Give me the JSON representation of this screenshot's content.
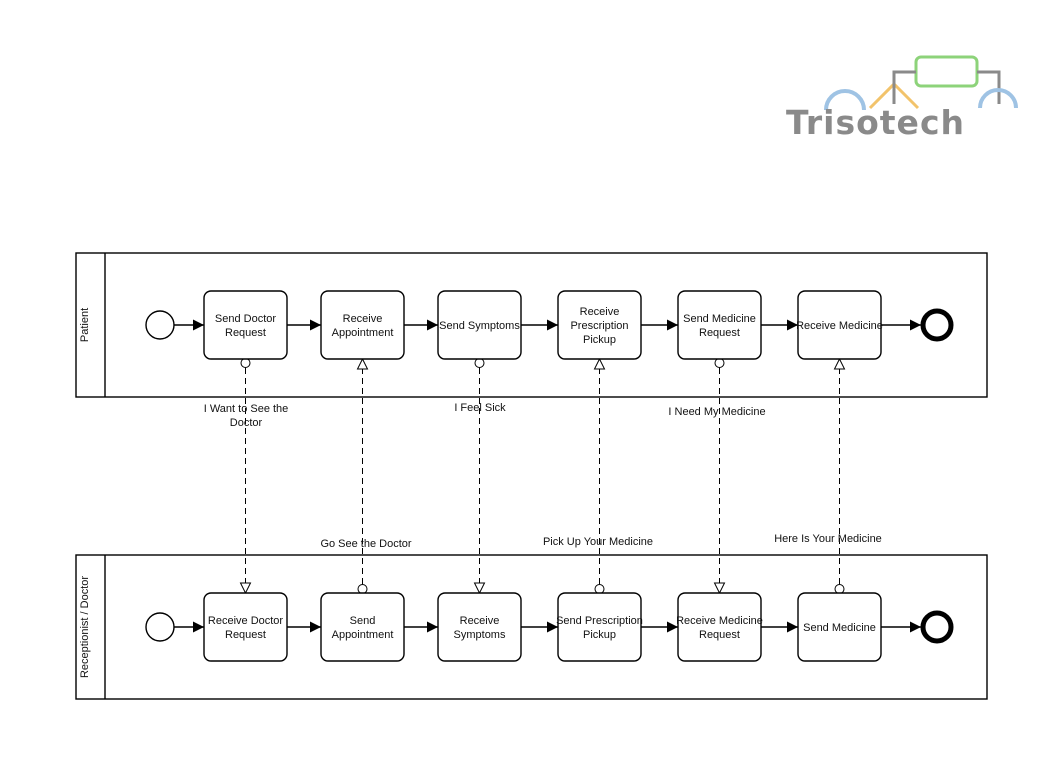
{
  "logo": {
    "text": "Trisotech",
    "colors": {
      "blue": "#9fc3e4",
      "gray": "#8a8a8a",
      "green": "#8dd37a",
      "orange": "#f2c36b"
    }
  },
  "lanes": {
    "patient": {
      "label": "Patient",
      "tasks": [
        {
          "id": "p1",
          "lines": [
            "Send Doctor",
            "Request"
          ]
        },
        {
          "id": "p2",
          "lines": [
            "Receive",
            "Appointment"
          ]
        },
        {
          "id": "p3",
          "lines": [
            "Send Symptoms"
          ]
        },
        {
          "id": "p4",
          "lines": [
            "Receive",
            "Prescription",
            "Pickup"
          ]
        },
        {
          "id": "p5",
          "lines": [
            "Send Medicine",
            "Request"
          ]
        },
        {
          "id": "p6",
          "lines": [
            "Receive Medicine"
          ]
        }
      ]
    },
    "doctor": {
      "label": "Receptionist / Doctor",
      "tasks": [
        {
          "id": "d1",
          "lines": [
            "Receive Doctor",
            "Request"
          ]
        },
        {
          "id": "d2",
          "lines": [
            "Send",
            "Appointment"
          ]
        },
        {
          "id": "d3",
          "lines": [
            "Receive",
            "Symptoms"
          ]
        },
        {
          "id": "d4",
          "lines": [
            "Send Prescription",
            "Pickup"
          ]
        },
        {
          "id": "d5",
          "lines": [
            "Receive Medicine",
            "Request"
          ]
        },
        {
          "id": "d6",
          "lines": [
            "Send Medicine"
          ]
        }
      ]
    }
  },
  "messages": [
    {
      "from": "p1",
      "to": "d1",
      "label": [
        "I Want to See the",
        "Doctor"
      ]
    },
    {
      "from": "d2",
      "to": "p2",
      "label": [
        "Go See the Doctor"
      ]
    },
    {
      "from": "p3",
      "to": "d3",
      "label": [
        "I Feel Sick"
      ]
    },
    {
      "from": "d4",
      "to": "p4",
      "label": [
        "Pick Up Your Medicine"
      ]
    },
    {
      "from": "p5",
      "to": "d5",
      "label": [
        "I Need My Medicine"
      ]
    },
    {
      "from": "d6",
      "to": "p6",
      "label": [
        "Here Is Your Medicine"
      ]
    }
  ]
}
